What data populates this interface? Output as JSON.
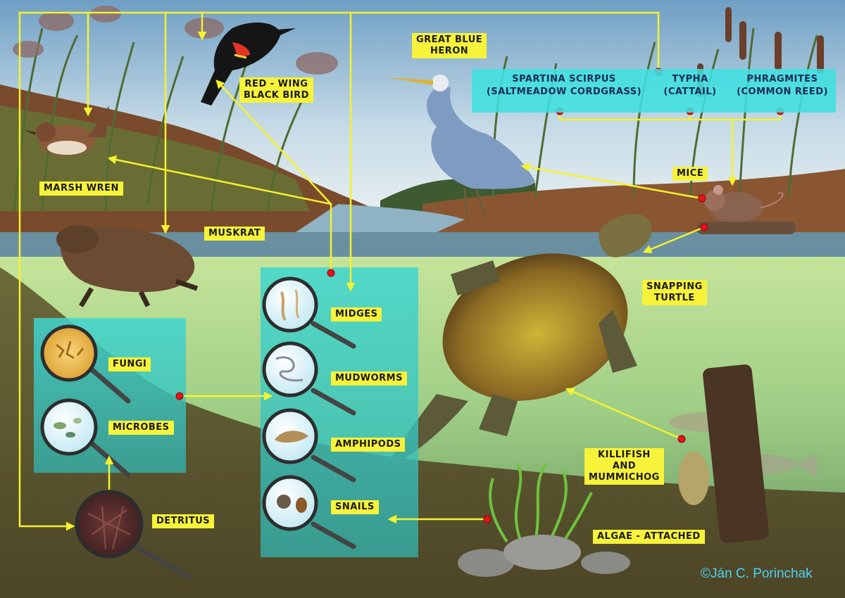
{
  "labels": {
    "red_wing": [
      "RED - WING",
      "BLACK BIRD"
    ],
    "great_blue_heron": [
      "GREAT BLUE",
      "HERON"
    ],
    "marsh_wren": "MARSH WREN",
    "muskrat": "MUSKRAT",
    "mice": "MICE",
    "snapping_turtle": [
      "SNAPPING",
      "TURTLE"
    ],
    "fungi": "FUNGI",
    "microbes": "MICROBES",
    "detritus": "DETRITUS",
    "midges": "MIDGES",
    "mudworms": "MUDWORMS",
    "amphipods": "AMPHIPODS",
    "snails": "SNAILS",
    "killifish": [
      "KILLIFISH",
      "AND",
      "MUMMICHOG"
    ],
    "algae": "ALGAE - ATTACHED"
  },
  "plants": {
    "spartina": [
      "SPARTINA SCIRPUS",
      "(SALTMEADOW CORDGRASS)"
    ],
    "typha": [
      "TYPHA",
      "(CATTAIL)"
    ],
    "phragmites": [
      "PHRAGMITES",
      "(COMMON REED)"
    ]
  },
  "credit": "©Ján C. Porinchak",
  "colors": {
    "arrow": "#f5f22e",
    "label_bg": "#f7f23a",
    "dot": "#e8101a",
    "box": "#3fd6d0",
    "sky": "#b9d6e6",
    "water": "#9cc58a"
  }
}
